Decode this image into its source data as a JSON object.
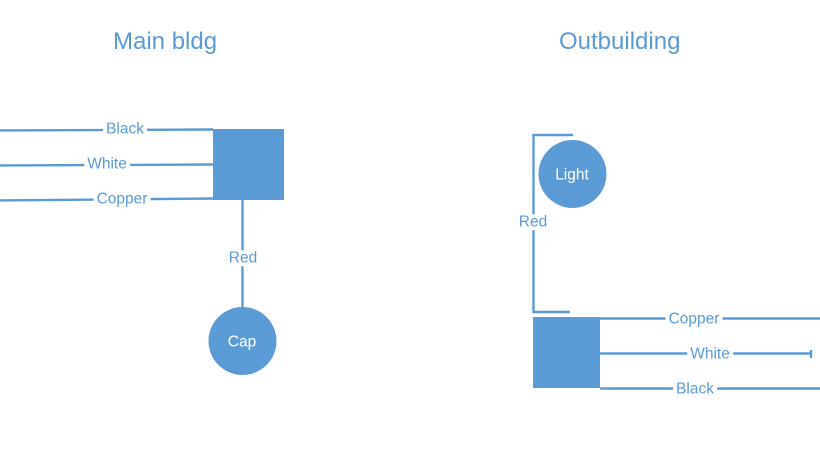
{
  "colors": {
    "accent": "#5B9BD5",
    "line": "#5B9BD5",
    "label_text": "#5B9BD5",
    "node_text": "#FFFFFF",
    "background": "#FFFFFF"
  },
  "sections": {
    "main_building": {
      "title": "Main bldg",
      "wires": [
        {
          "label": "Black"
        },
        {
          "label": "White"
        },
        {
          "label": "Copper"
        }
      ],
      "drop": {
        "label": "Red"
      },
      "node": {
        "label": "Cap"
      }
    },
    "outbuilding": {
      "title": "Outbuilding",
      "node": {
        "label": "Light"
      },
      "drop": {
        "label": "Red"
      },
      "wires": [
        {
          "label": "Copper"
        },
        {
          "label": "White"
        },
        {
          "label": "Black"
        }
      ]
    }
  }
}
